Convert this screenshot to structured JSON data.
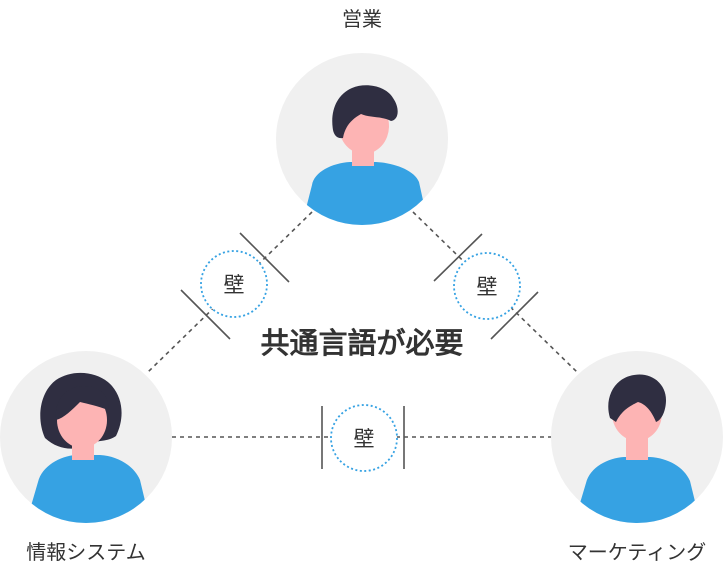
{
  "people": {
    "top": {
      "label": "営業"
    },
    "left": {
      "label": "情報システム"
    },
    "right": {
      "label": "マーケティング"
    }
  },
  "center_message": "共通言語が必要",
  "walls": [
    {
      "id": "wall-top-left",
      "label": "壁"
    },
    {
      "id": "wall-top-right",
      "label": "壁"
    },
    {
      "id": "wall-bottom",
      "label": "壁"
    }
  ],
  "colors": {
    "circle_bg": "#f0f0f0",
    "shirt": "#36a2e3",
    "hair": "#2f2e41",
    "skin": "#fdb4b4",
    "dashed_line": "#555555",
    "wall_bar": "#555555",
    "wall_ring": "#36a2e3",
    "text": "#333333"
  }
}
